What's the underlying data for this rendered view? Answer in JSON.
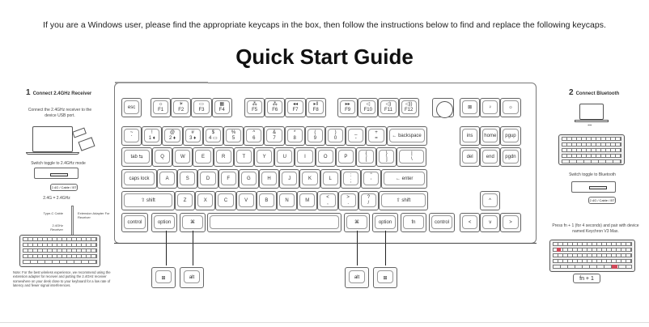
{
  "header": {
    "note": "If you are a Windows user, please find the appropriate keycaps in the box, then follow the instructions below to find and replace the following keycaps.",
    "title": "Quick Start Guide"
  },
  "step1": {
    "number": "1",
    "title": "Connect 2.4GHz Receiver",
    "connect_text": "Connect the 2.4GHz receiver to the device USB port.",
    "toggle_text": "Switch toggle to 2.4GHz mode",
    "toggle_label": "2.4G / Cable / BT",
    "equation": "2.4G = 2.4GHz",
    "labels": {
      "type_c": "Type-C Cable",
      "adapter": "Extension Adapter For Receiver",
      "receiver": "2.4GHz Receiver"
    },
    "note": "Note: For the best wireless experience, we recommend using the extension adapter for receiver and putting the 2.4GHz receiver somewhere on your desk close to your keyboard for a low rate of latency and fewer signal interferences."
  },
  "step2": {
    "number": "2",
    "title": "Connect Bluetooth",
    "toggle_text": "Switch toggle to Bluetooth",
    "toggle_label": "2.4G / Cable / BT",
    "pair_text": "Press fn + 1 (for 4 seconds) and pair with device named Keychron V3 Max.",
    "combo": "fn  +  1"
  },
  "keyboard": {
    "row0": [
      {
        "id": "esc",
        "l": "esc"
      },
      {
        "id": "f1",
        "t": "☼",
        "l": "F1"
      },
      {
        "id": "f2",
        "t": "☀",
        "l": "F2"
      },
      {
        "id": "f3",
        "t": "▭",
        "l": "F3"
      },
      {
        "id": "f4",
        "t": "▦",
        "l": "F4"
      },
      {
        "id": "f5",
        "t": "⁂",
        "l": "F5"
      },
      {
        "id": "f6",
        "t": "⁂",
        "l": "F6"
      },
      {
        "id": "f7",
        "t": "◂◂",
        "l": "F7"
      },
      {
        "id": "f8",
        "t": "▸‖",
        "l": "F8"
      },
      {
        "id": "f9",
        "t": "▸▸",
        "l": "F9"
      },
      {
        "id": "f10",
        "t": "◁",
        "l": "F10"
      },
      {
        "id": "f11",
        "t": "◁)",
        "l": "F11"
      },
      {
        "id": "f12",
        "t": "◁))",
        "l": "F12"
      },
      {
        "id": "snip",
        "l": "⊠"
      },
      {
        "id": "mic",
        "l": "♀"
      },
      {
        "id": "light",
        "l": "☼"
      }
    ],
    "row1": [
      {
        "t": "~",
        "l": "`"
      },
      {
        "t": "!",
        "l": "1 ♦"
      },
      {
        "t": "@",
        "l": "2 ♦"
      },
      {
        "t": "#",
        "l": "3 ♦"
      },
      {
        "t": "$",
        "l": "4 ▭"
      },
      {
        "t": "%",
        "l": "5"
      },
      {
        "t": "^",
        "l": "6"
      },
      {
        "t": "&",
        "l": "7"
      },
      {
        "t": "*",
        "l": "8"
      },
      {
        "t": "(",
        "l": "9"
      },
      {
        "t": ")",
        "l": "0"
      },
      {
        "t": "_",
        "l": "-"
      },
      {
        "t": "+",
        "l": "="
      },
      {
        "l": "← backspace"
      },
      {
        "l": "ins"
      },
      {
        "l": "home"
      },
      {
        "l": "pgup"
      }
    ],
    "row2": [
      {
        "l": "tab ⇆"
      },
      {
        "l": "Q"
      },
      {
        "l": "W"
      },
      {
        "l": "E"
      },
      {
        "l": "R"
      },
      {
        "l": "T"
      },
      {
        "l": "Y"
      },
      {
        "l": "U"
      },
      {
        "l": "I"
      },
      {
        "l": "O"
      },
      {
        "l": "P"
      },
      {
        "t": "{",
        "l": "["
      },
      {
        "t": "}",
        "l": "]"
      },
      {
        "t": "|",
        "l": "\\"
      },
      {
        "l": "del"
      },
      {
        "l": "end"
      },
      {
        "l": "pgdn"
      }
    ],
    "row3": [
      {
        "l": "caps lock"
      },
      {
        "l": "A"
      },
      {
        "l": "S"
      },
      {
        "l": "D"
      },
      {
        "l": "F"
      },
      {
        "l": "G"
      },
      {
        "l": "H"
      },
      {
        "l": "J"
      },
      {
        "l": "K"
      },
      {
        "l": "L"
      },
      {
        "t": ":",
        "l": ";"
      },
      {
        "t": "\"",
        "l": "'"
      },
      {
        "l": "← enter"
      }
    ],
    "row4": [
      {
        "l": "⇧ shift"
      },
      {
        "l": "Z"
      },
      {
        "l": "X"
      },
      {
        "l": "C"
      },
      {
        "l": "V"
      },
      {
        "l": "B"
      },
      {
        "l": "N"
      },
      {
        "l": "M"
      },
      {
        "t": "<",
        "l": ","
      },
      {
        "t": ">",
        "l": "."
      },
      {
        "t": "?",
        "l": "/"
      },
      {
        "l": "⇧ shift"
      },
      {
        "l": "^"
      }
    ],
    "row5": [
      {
        "l": "control"
      },
      {
        "l": "option"
      },
      {
        "l": "⌘"
      },
      {
        "l": ""
      },
      {
        "l": "⌘"
      },
      {
        "l": "option"
      },
      {
        "l": "fn"
      },
      {
        "l": "control"
      },
      {
        "l": "<"
      },
      {
        "l": "v"
      },
      {
        "l": ">"
      }
    ]
  },
  "replacements": {
    "left": [
      {
        "l": "⊞"
      },
      {
        "l": "alt"
      }
    ],
    "right": [
      {
        "l": "alt"
      },
      {
        "l": "⊞"
      }
    ]
  },
  "colors": {
    "highlight": "#d14a5a",
    "outline": "#666666"
  }
}
